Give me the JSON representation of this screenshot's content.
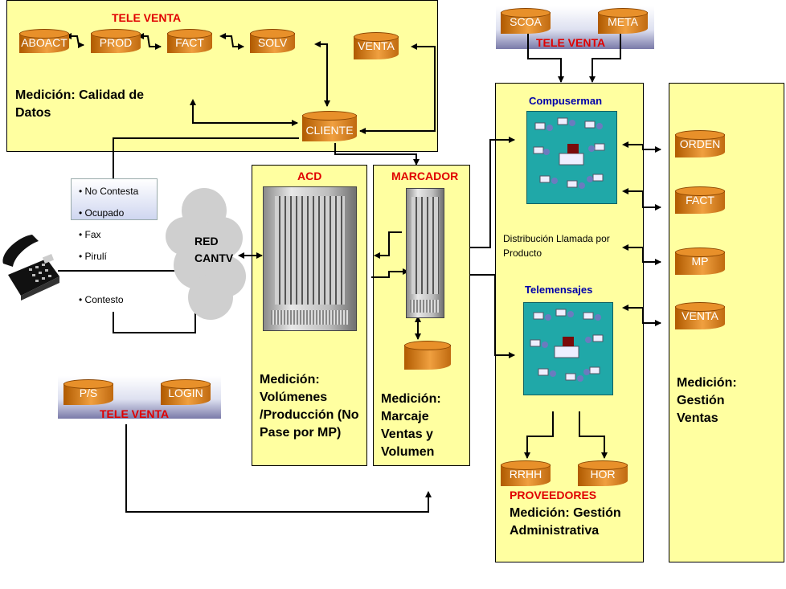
{
  "televenta_top": {
    "title": "TELE VENTA",
    "databases": [
      "ABOACT",
      "PROD",
      "FACT",
      "SOLV",
      "VENTA",
      "CLIENTE"
    ],
    "measure": "Medición: Calidad de Datos"
  },
  "televenta_right": {
    "title": "TELE VENTA",
    "databases": [
      "SCOA",
      "META"
    ]
  },
  "televenta_bottom": {
    "title": "TELE VENTA",
    "databases": [
      "P/S",
      "LOGIN"
    ]
  },
  "call_results": {
    "items": [
      "• No Contesta",
      "• Ocupado",
      "• Fax",
      "• Pirulí",
      "• Contesto"
    ]
  },
  "network": {
    "label": "RED CANTV"
  },
  "acd": {
    "title": "ACD",
    "measure": "Medición: Volúmenes /Producción (No Pase por MP)"
  },
  "marcador": {
    "title": "MARCADOR",
    "measure": "Medición: Marcaje Ventas y Volumen"
  },
  "admin": {
    "compuserman": "Compuserman",
    "distribution": "Distribución Llamada por Producto",
    "telemensajes": "Telemensajes",
    "databases": [
      "RRHH",
      "HOR"
    ],
    "suppliers": "PROVEEDORES",
    "measure": "Medición: Gestión Administrativa"
  },
  "sales": {
    "databases": [
      "ORDEN",
      "FACT",
      "MP",
      "VENTA"
    ],
    "measure": "Medición: Gestión Ventas"
  },
  "colors": {
    "panel": "#ffffa0",
    "title_red": "#e00000",
    "title_blue": "#0000aa",
    "db": "#e8902a",
    "cloud": "#cfcfcf",
    "callcenter": "#20a8a8"
  }
}
